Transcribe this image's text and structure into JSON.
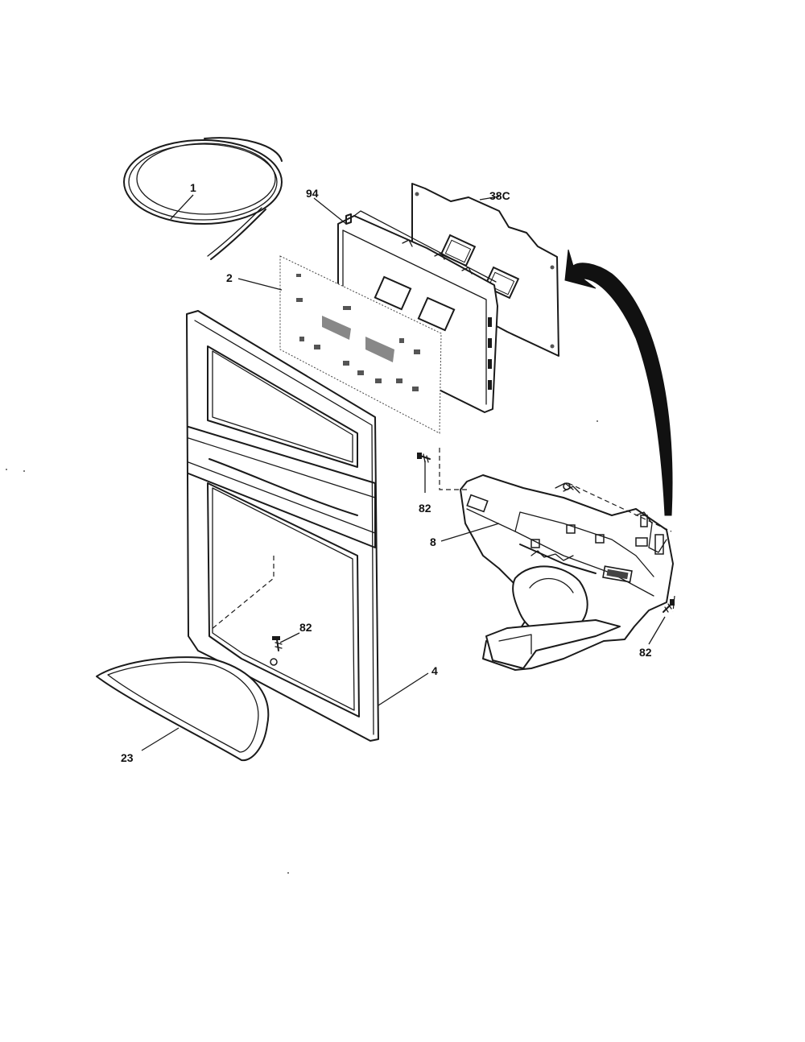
{
  "diagram": {
    "callouts": {
      "tube": "1",
      "overlay": "2",
      "control_board": "94",
      "shield": "38C",
      "frame": "4",
      "housing": "8",
      "screw_upper": "82",
      "screw_middle": "82",
      "screw_right": "82",
      "drip_tray": "23"
    },
    "colors": {
      "line": "#1a1a1a",
      "background": "#ffffff"
    }
  }
}
